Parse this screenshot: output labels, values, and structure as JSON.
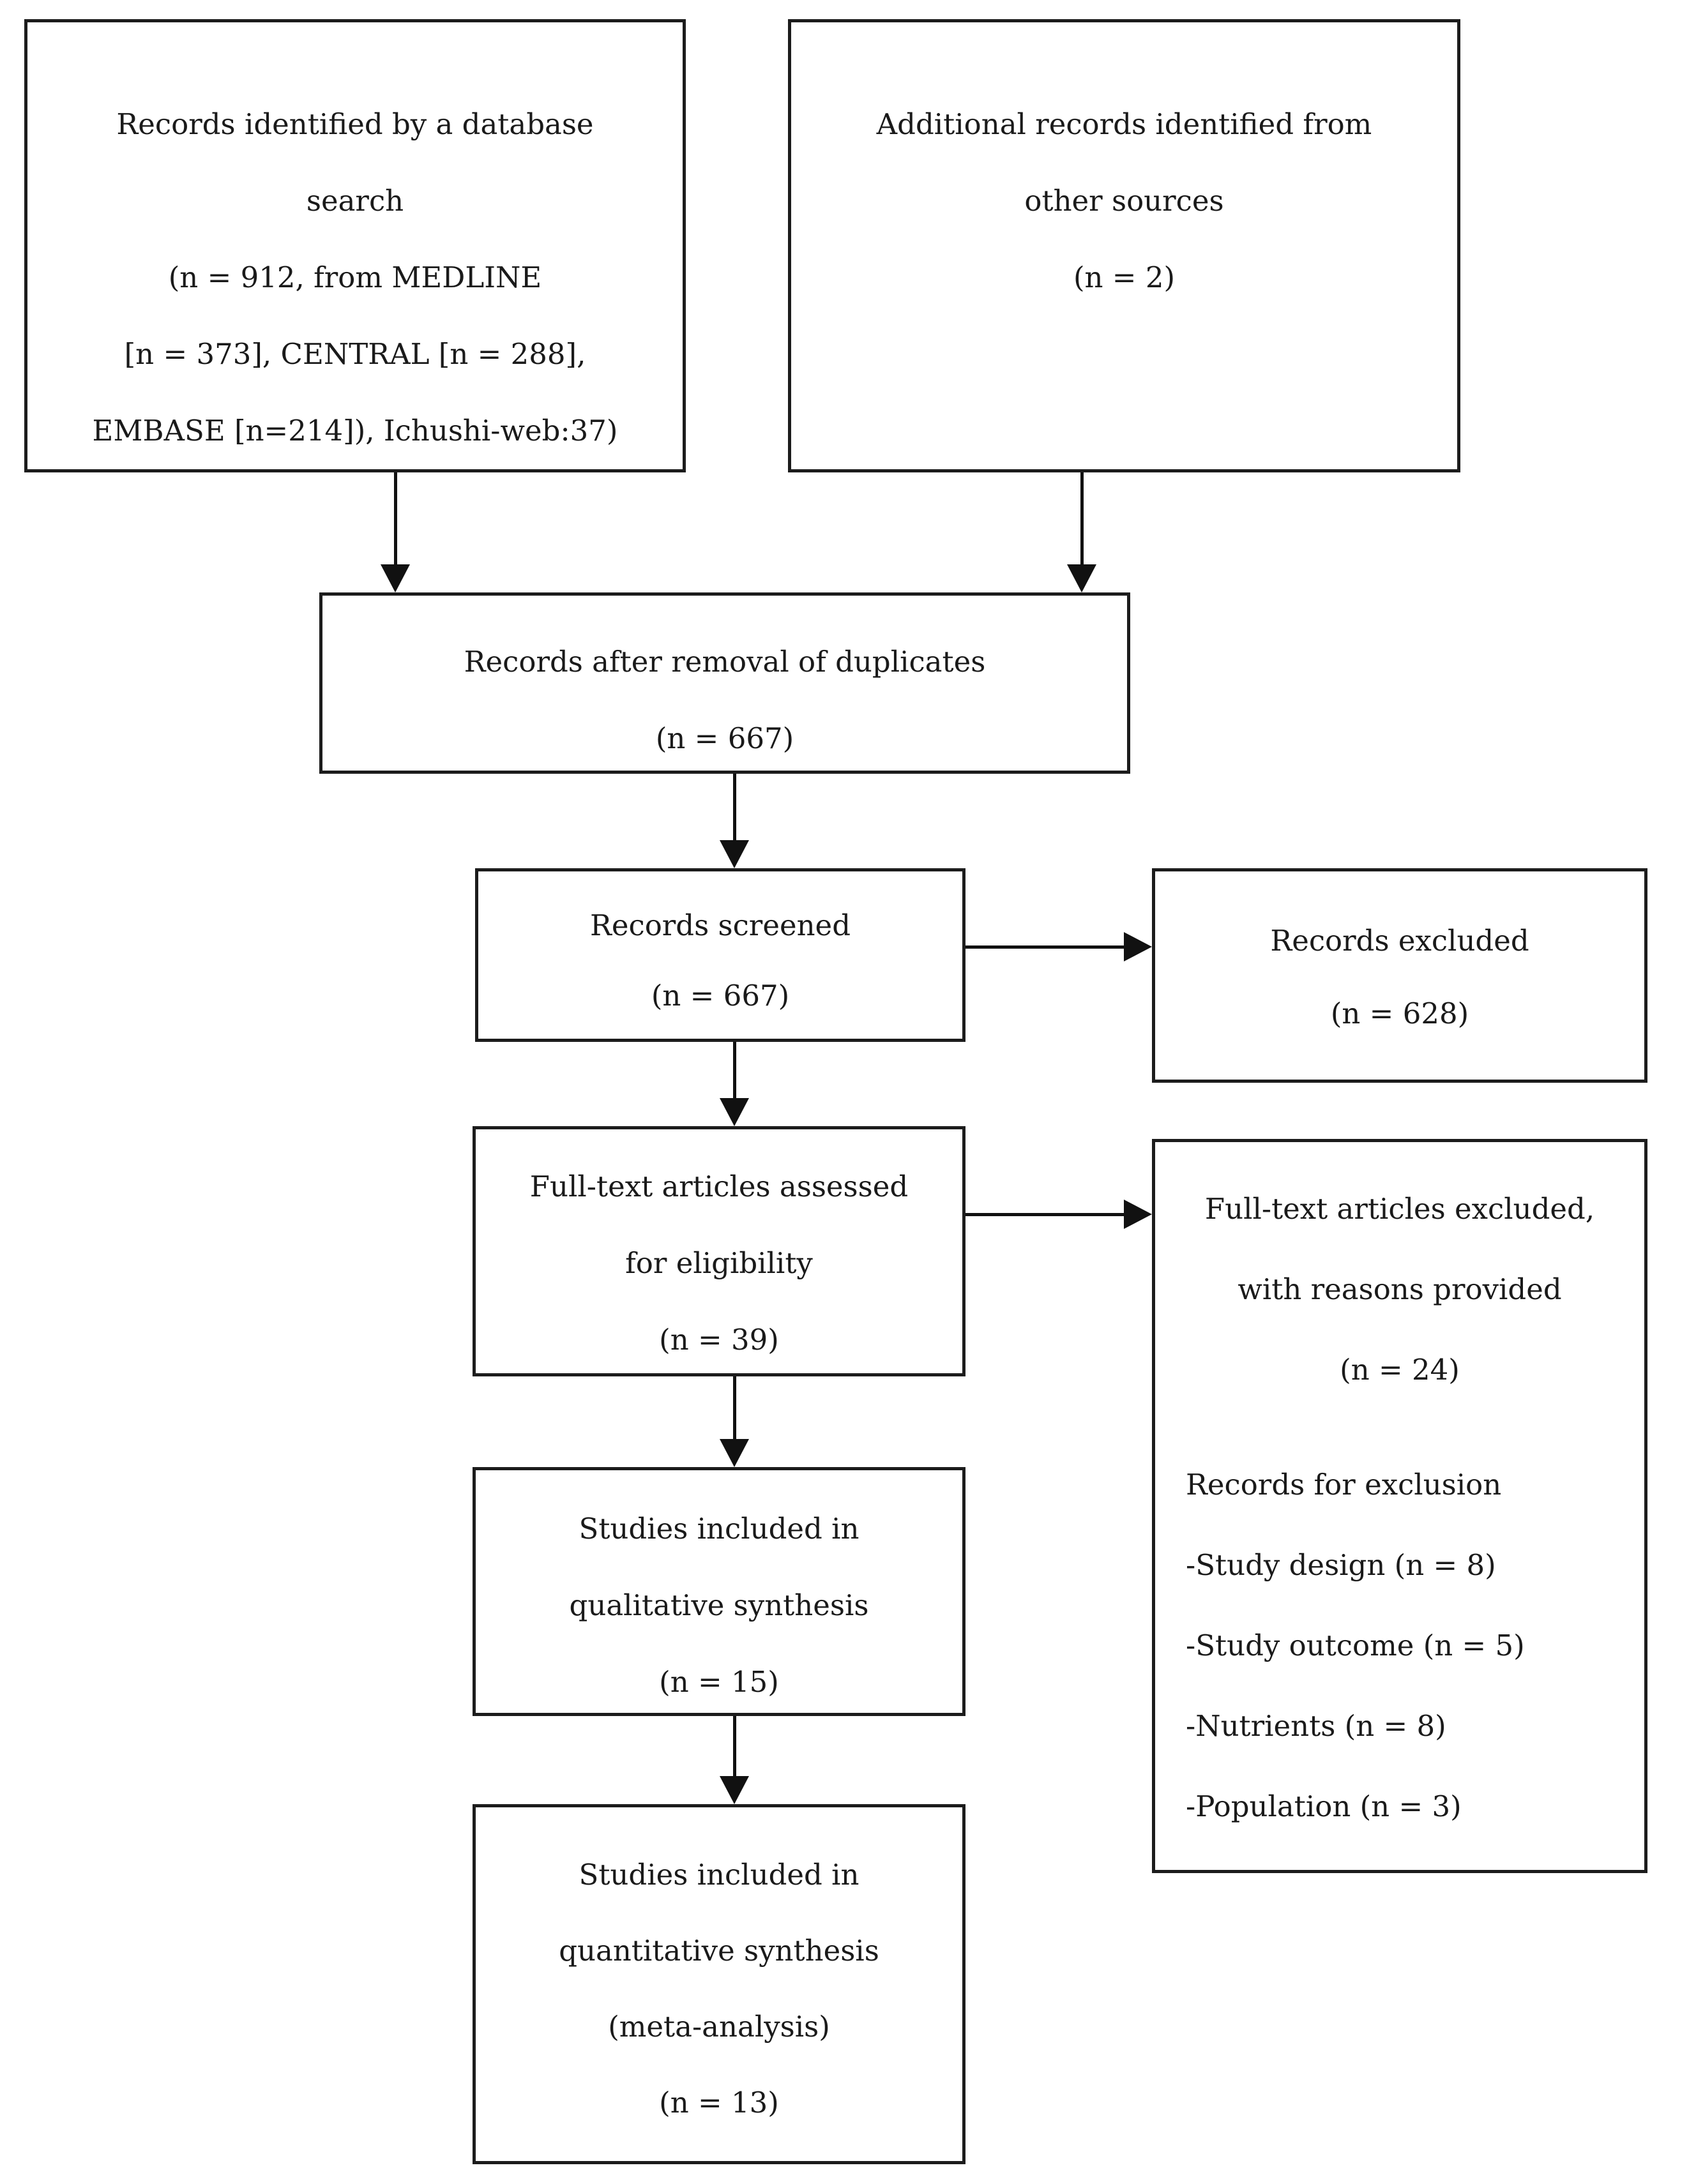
{
  "figure": {
    "kind": "PRISMA study selection flow diagram",
    "colors": {
      "ink": "#1a1a1a",
      "border": "#1c1c1c",
      "background": "#ffffff"
    }
  },
  "boxes": {
    "identified": {
      "lines": [
        "Records identified by a database",
        "search",
        "(n = 912, from MEDLINE",
        "[n = 373], CENTRAL [n = 288],",
        "EMBASE [n=214]), Ichushi-web:37)"
      ]
    },
    "additional": {
      "lines": [
        "Additional records identified from",
        "other sources",
        "(n = 2)"
      ]
    },
    "deduplicated": {
      "lines": [
        "Records after removal of duplicates",
        "(n = 667)"
      ]
    },
    "screened": {
      "lines": [
        "Records screened",
        "(n = 667)"
      ]
    },
    "excluded": {
      "lines": [
        "Records excluded",
        "(n = 628)"
      ]
    },
    "fulltext": {
      "lines": [
        "Full-text articles assessed",
        "for eligibility",
        "(n = 39)"
      ]
    },
    "fulltext_excluded": {
      "lines": [
        "Full-text articles excluded,",
        "with reasons provided",
        "(n = 24)"
      ],
      "reasons_header": "Records for exclusion",
      "reasons": [
        "-Study design (n = 8)",
        "-Study outcome (n = 5)",
        "-Nutrients (n = 8)",
        "-Population (n = 3)"
      ]
    },
    "qualitative": {
      "lines": [
        "Studies included in",
        "qualitative synthesis",
        "(n = 15)"
      ]
    },
    "quantitative": {
      "lines": [
        "Studies included in",
        "quantitative synthesis",
        "(meta-analysis)",
        "(n = 13)"
      ]
    }
  }
}
